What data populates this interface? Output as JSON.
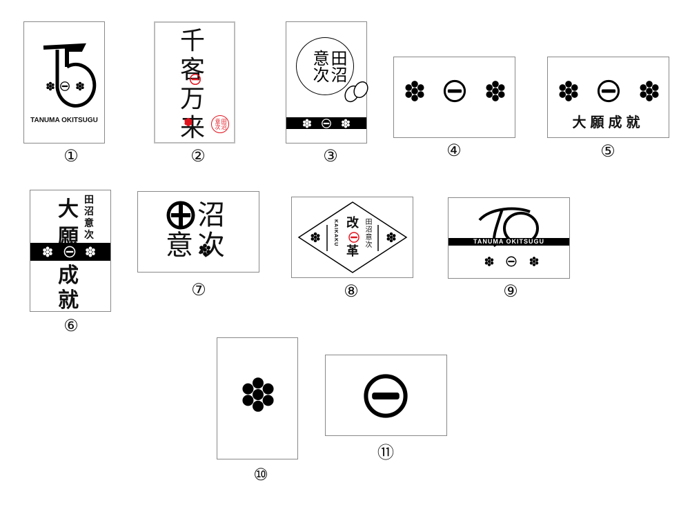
{
  "designs": [
    {
      "number": "①",
      "name": "TANUMA OKITSUGU"
    },
    {
      "number": "②",
      "text": [
        "千",
        "客",
        "万",
        "来"
      ],
      "seal": "田沼意次"
    },
    {
      "number": "③",
      "text": "田沼意次"
    },
    {
      "number": "④"
    },
    {
      "number": "⑤",
      "text": "大願成就"
    },
    {
      "number": "⑥",
      "top": [
        "大",
        "願"
      ],
      "side": [
        "田",
        "沼",
        "意",
        "次"
      ],
      "bottom": [
        "成",
        "就"
      ]
    },
    {
      "number": "⑦",
      "text": [
        "沼",
        "意",
        "次"
      ]
    },
    {
      "number": "⑧",
      "vertical_latin": "KAIKAKU",
      "top": "改",
      "bottom": "革",
      "side": "田沼意次"
    },
    {
      "number": "⑨",
      "name": "TANUMA OKITSUGU"
    },
    {
      "number": "⑩"
    },
    {
      "number": "⑪"
    }
  ],
  "colors": {
    "accent": "#e0141e",
    "ink": "#000000"
  }
}
